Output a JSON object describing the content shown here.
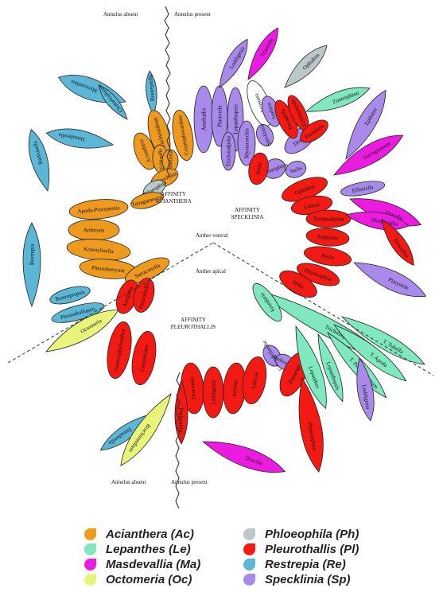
{
  "colors": {
    "Ac": "#EE9A1E",
    "Le": "#7FE8BE",
    "Ma": "#EC1BE0",
    "Oc": "#E9F57A",
    "Ph": "#BCC7CA",
    "Pl": "#F21A12",
    "Re": "#5BB7D5",
    "Sp": "#A98AEA",
    "white": "#FFFFFF"
  },
  "annulus": {
    "top_absent": "Annulus absent",
    "top_present": "Annulus present",
    "bottom_absent": "Annulus absent",
    "bottom_present": "Annulus present"
  },
  "anther": {
    "ventral": "Anther ventral",
    "apical": "Anther apical"
  },
  "groups": {
    "acianthera": [
      "AFFINITY",
      "ACIANTHERA"
    ],
    "specklinia": [
      "AFFINITY",
      "SPECKLINIA"
    ],
    "pleurothallis": [
      "AFFINITY",
      "PLEUROTHALLIS"
    ]
  },
  "petals": {
    "restrepia_top": [
      "Myoxanthus",
      "Restrepiella",
      "Chamelophyton",
      "Dresslerella",
      "Barbosella",
      "Restrepia"
    ],
    "acianthera": [
      "Acianthera",
      "Brachionidium",
      "Cryptophoranthus",
      "Echinella",
      "Proctoria",
      "Teleochilus",
      "Phloeophila",
      "Tetragamestus",
      "Apoda-Prorepentia",
      "Arthrosia",
      "Kraenzlinella",
      "Pleurobotryum",
      "Sarracenella"
    ],
    "restrepia_bottom": [
      "Restrepiopsis",
      "Pleurothallopsis"
    ],
    "octomeria": [
      "Octomeria"
    ],
    "specklinia": [
      "Anathallis",
      "Platystele",
      "Lepanthopsis",
      "Acostaea",
      "Andinia",
      "Trichosalpinx",
      "Mystacorchis",
      "Specklinia",
      "Dracula",
      "Zootrophion",
      "Stelis",
      "Effusiella",
      "Crocodeilanthe",
      "Andreettaea",
      "Loddigesia"
    ],
    "ma_top": [
      "Trisetella",
      "Porroglossum",
      "Dracula"
    ],
    "ph_top": [
      "Ophidion"
    ],
    "le_top": [
      "Zootrophion"
    ],
    "pl_ring_right": [
      "Stelis",
      "Dryadella",
      "Echinosepala",
      "Frondaria",
      "Ophidion",
      "Lomax",
      "Trichosalpinx",
      "Salpistele",
      "Jostia",
      "Physosiphon",
      "Stelis"
    ],
    "pl_ring_bottom": [
      "Ancipitia",
      "Pleurothallis",
      "Zosterophyllanthos",
      "Colombiana",
      "Dracontia",
      "Loddigesia",
      "Acronia",
      "Lalexia",
      "Physinga"
    ],
    "ma_right": [
      "Masdevallia",
      "Draculina",
      "Porroglossum",
      "Physosiphon"
    ],
    "lepanthes": [
      "Trichosalpinx",
      "T. Tubella",
      "T. Apoda",
      "Lepanthes",
      "T. Pseudocentrum",
      "Lepanthopsis",
      "Frondaria"
    ],
    "sp_right": [
      "Platystele",
      "Epibator"
    ],
    "re_bottom_left": [
      "Dresslerella",
      "Brachionidium"
    ],
    "ma_bottom": [
      "Dracula"
    ],
    "pl_bottom": [
      "Barbrodria"
    ]
  },
  "legend": [
    {
      "name": "Acianthera (Ac)",
      "key": "Ac"
    },
    {
      "name": "Lepanthes (Le)",
      "key": "Le"
    },
    {
      "name": "Masdevallia (Ma)",
      "key": "Ma"
    },
    {
      "name": "Octomeria (Oc)",
      "key": "Oc"
    },
    {
      "name": "Phloeophila (Ph)",
      "key": "Ph"
    },
    {
      "name": "Pleurothallis (Pl)",
      "key": "Pl"
    },
    {
      "name": "Restrepia (Re)",
      "key": "Re"
    },
    {
      "name": "Specklinia (Sp)",
      "key": "Sp"
    }
  ]
}
